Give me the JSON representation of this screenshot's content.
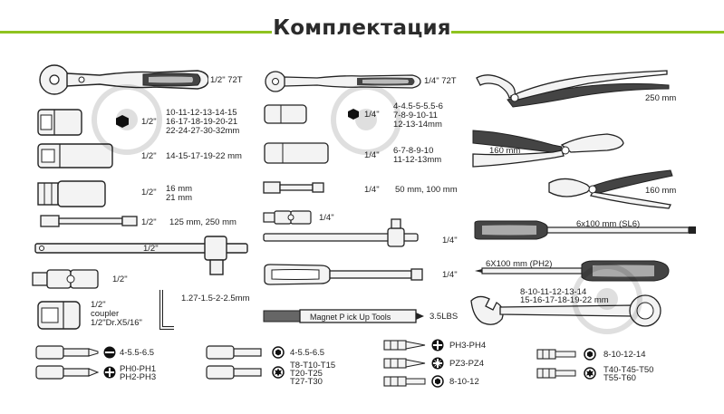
{
  "title": "Комплектация",
  "accent_color": "#8fc31f",
  "left_column": {
    "ratchet_half": "1/2\" 72T",
    "hex_socket_size": "1/2\"",
    "hex_sockets_sizes": [
      "10-11-12-13-14-15",
      "16-17-18-19-20-21",
      "22-24-27-30-32mm"
    ],
    "deep_socket_size": "1/2\"",
    "deep_sockets_sizes": "14-15-17-19-22 mm",
    "spark_socket_size": "1/2\"",
    "spark_sockets_sizes": [
      "16 mm",
      "21 mm"
    ],
    "extension_size": "1/2\"",
    "extension_lengths": "125 mm, 250 mm",
    "tbar_size": "1/2\"",
    "ujoint_size": "1/2\"",
    "coupler_lines": [
      "1/2\"",
      "coupler",
      "1/2\"Dr.X5/16\""
    ],
    "hex_keys": "1.27-1.5-2-2.5mm"
  },
  "middle_column": {
    "ratchet_quarter": "1/4\" 72T",
    "hex_socket_size": "1/4\"",
    "hex_sockets_sizes": [
      "4-4.5-5-5.5-6",
      "7-8-9-10-11",
      "12-13-14mm"
    ],
    "deep_socket_size": "1/4\"",
    "deep_sockets_sizes": [
      "6-7-8-9-10",
      "11-12-13mm"
    ],
    "extension_size": "1/4\"",
    "extension_lengths": "50 mm, 100 mm",
    "ujoint_size": "1/4\"",
    "tbar_size": "1/4\"",
    "driver_size": "1/4\"",
    "magnet_tool_label": "Magnet P ick Up Tools",
    "magnet_tool_weight": "3.5LBS"
  },
  "right_column": {
    "water_pump_pliers": "250 mm",
    "combination_pliers": "160 mm",
    "side_cutters": "160 mm",
    "flat_screwdriver": "6x100 mm (SL6)",
    "phillips_screwdriver": "6X100 mm (PH2)",
    "wrenches_sizes": [
      "8-10-11-12-13-14",
      "15-16-17-18-19-22 mm"
    ]
  },
  "bits": {
    "slotted_a": "4-5.5-6.5",
    "phillips_a": [
      "PH0-PH1",
      "PH2-PH3"
    ],
    "hex_a": "4-5.5-6.5",
    "torx_a": [
      "T8-T10-T15",
      "T20-T25",
      "T27-T30"
    ],
    "phillips_b": "PH3-PH4",
    "pozi_b": "PZ3-PZ4",
    "hex_b": "8-10-12",
    "hex_c": "8-10-12-14",
    "torx_c": [
      "T40-T45-T50",
      "T55-T60"
    ]
  }
}
